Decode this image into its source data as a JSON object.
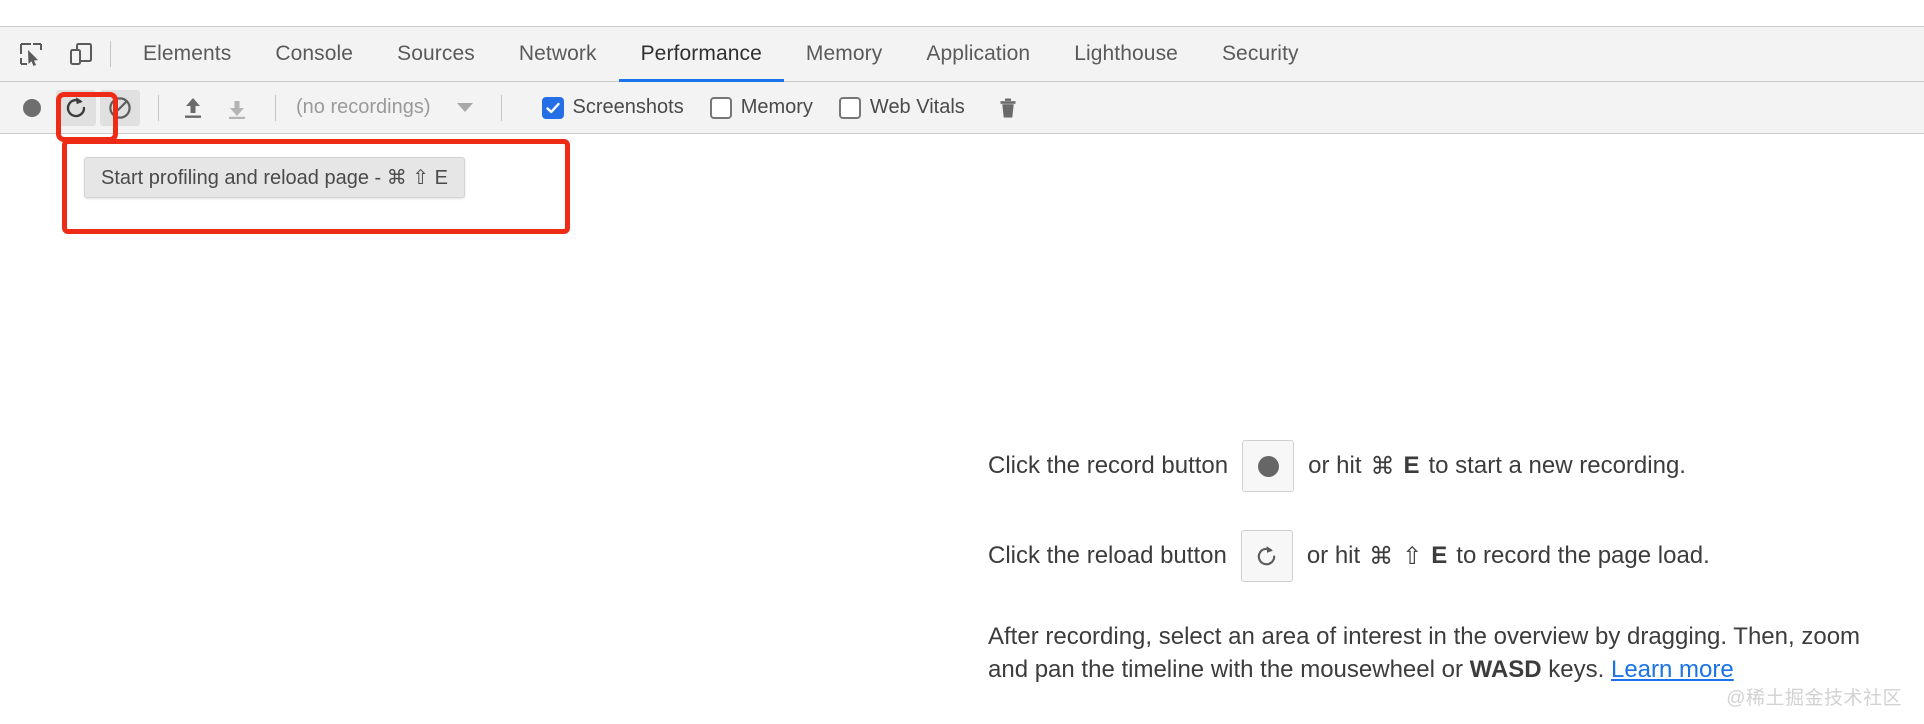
{
  "devtools": {
    "left_tools": [
      {
        "name": "inspect-element-icon",
        "title": "Inspect element"
      },
      {
        "name": "device-toolbar-icon",
        "title": "Toggle device toolbar"
      }
    ],
    "tabs": [
      {
        "label": "Elements",
        "active": false
      },
      {
        "label": "Console",
        "active": false
      },
      {
        "label": "Sources",
        "active": false
      },
      {
        "label": "Network",
        "active": false
      },
      {
        "label": "Performance",
        "active": true
      },
      {
        "label": "Memory",
        "active": false
      },
      {
        "label": "Application",
        "active": false
      },
      {
        "label": "Lighthouse",
        "active": false
      },
      {
        "label": "Security",
        "active": false
      }
    ],
    "active_tab": "Performance",
    "accent_color": "#1a73e8"
  },
  "toolbar": {
    "record_button": {
      "name": "record-button",
      "tooltip": "Record"
    },
    "reload_button": {
      "name": "reload-and-record-button",
      "highlighted": true
    },
    "clear_button": {
      "name": "clear-button"
    },
    "load_profile_button": {
      "name": "load-profile-icon"
    },
    "save_profile_button": {
      "name": "save-profile-icon"
    },
    "recordings_select": {
      "value": "(no recordings)",
      "placeholder": "(no recordings)"
    },
    "checkboxes": [
      {
        "label": "Screenshots",
        "checked": true
      },
      {
        "label": "Memory",
        "checked": false
      },
      {
        "label": "Web Vitals",
        "checked": false
      }
    ],
    "trash_button": {
      "name": "trash-icon"
    }
  },
  "tooltip": {
    "text": "Start profiling and reload page - ⌘ ⇧ E",
    "visible": true
  },
  "annotation": {
    "color": "#ee2b16",
    "boxes": 2
  },
  "landing": {
    "line1_before": "Click the record button",
    "line1_after_pre": "or hit",
    "line1_cmd": "⌘",
    "line1_key": "E",
    "line1_after": "to start a new recording.",
    "line2_before": "Click the reload button",
    "line2_after_pre": "or hit",
    "line2_cmd": "⌘",
    "line2_shift": "⇧",
    "line2_key": "E",
    "line2_after": "to record the page load.",
    "para_part1": "After recording, select an area of interest in the overview by dragging. Then, zoom and pan the timeline with the mousewheel or ",
    "para_bold": "WASD",
    "para_part2": " keys. ",
    "para_link": "Learn more"
  },
  "watermark": {
    "text": "@稀土掘金技术社区"
  }
}
